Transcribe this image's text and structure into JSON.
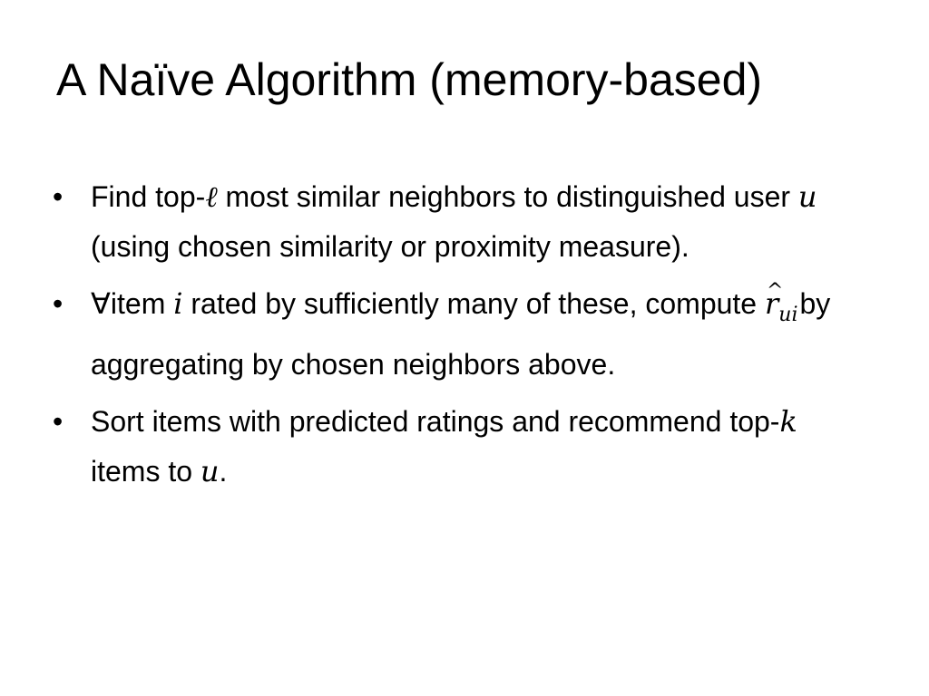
{
  "slide": {
    "title": "A Naïve Algorithm (memory-based)",
    "bullets": [
      {
        "t1": "Find top-",
        "m1": "ℓ",
        "t2": " most similar neighbors to distinguished user ",
        "m2": "u",
        "t3": " (using chosen similarity or proximity measure)."
      },
      {
        "t1": "∀item ",
        "m1": "i",
        "t2": " rated by sufficiently many of these, compute ",
        "m2_base": "r",
        "m2_hat": "^",
        "m2_sub": "ui",
        "t3": "by aggregating by chosen neighbors above."
      },
      {
        "t1": "Sort items with predicted ratings and recommend top-",
        "m1": "k",
        "t2": " items to ",
        "m2": "u",
        "t3": "."
      }
    ],
    "bullet_glyph": "•"
  }
}
